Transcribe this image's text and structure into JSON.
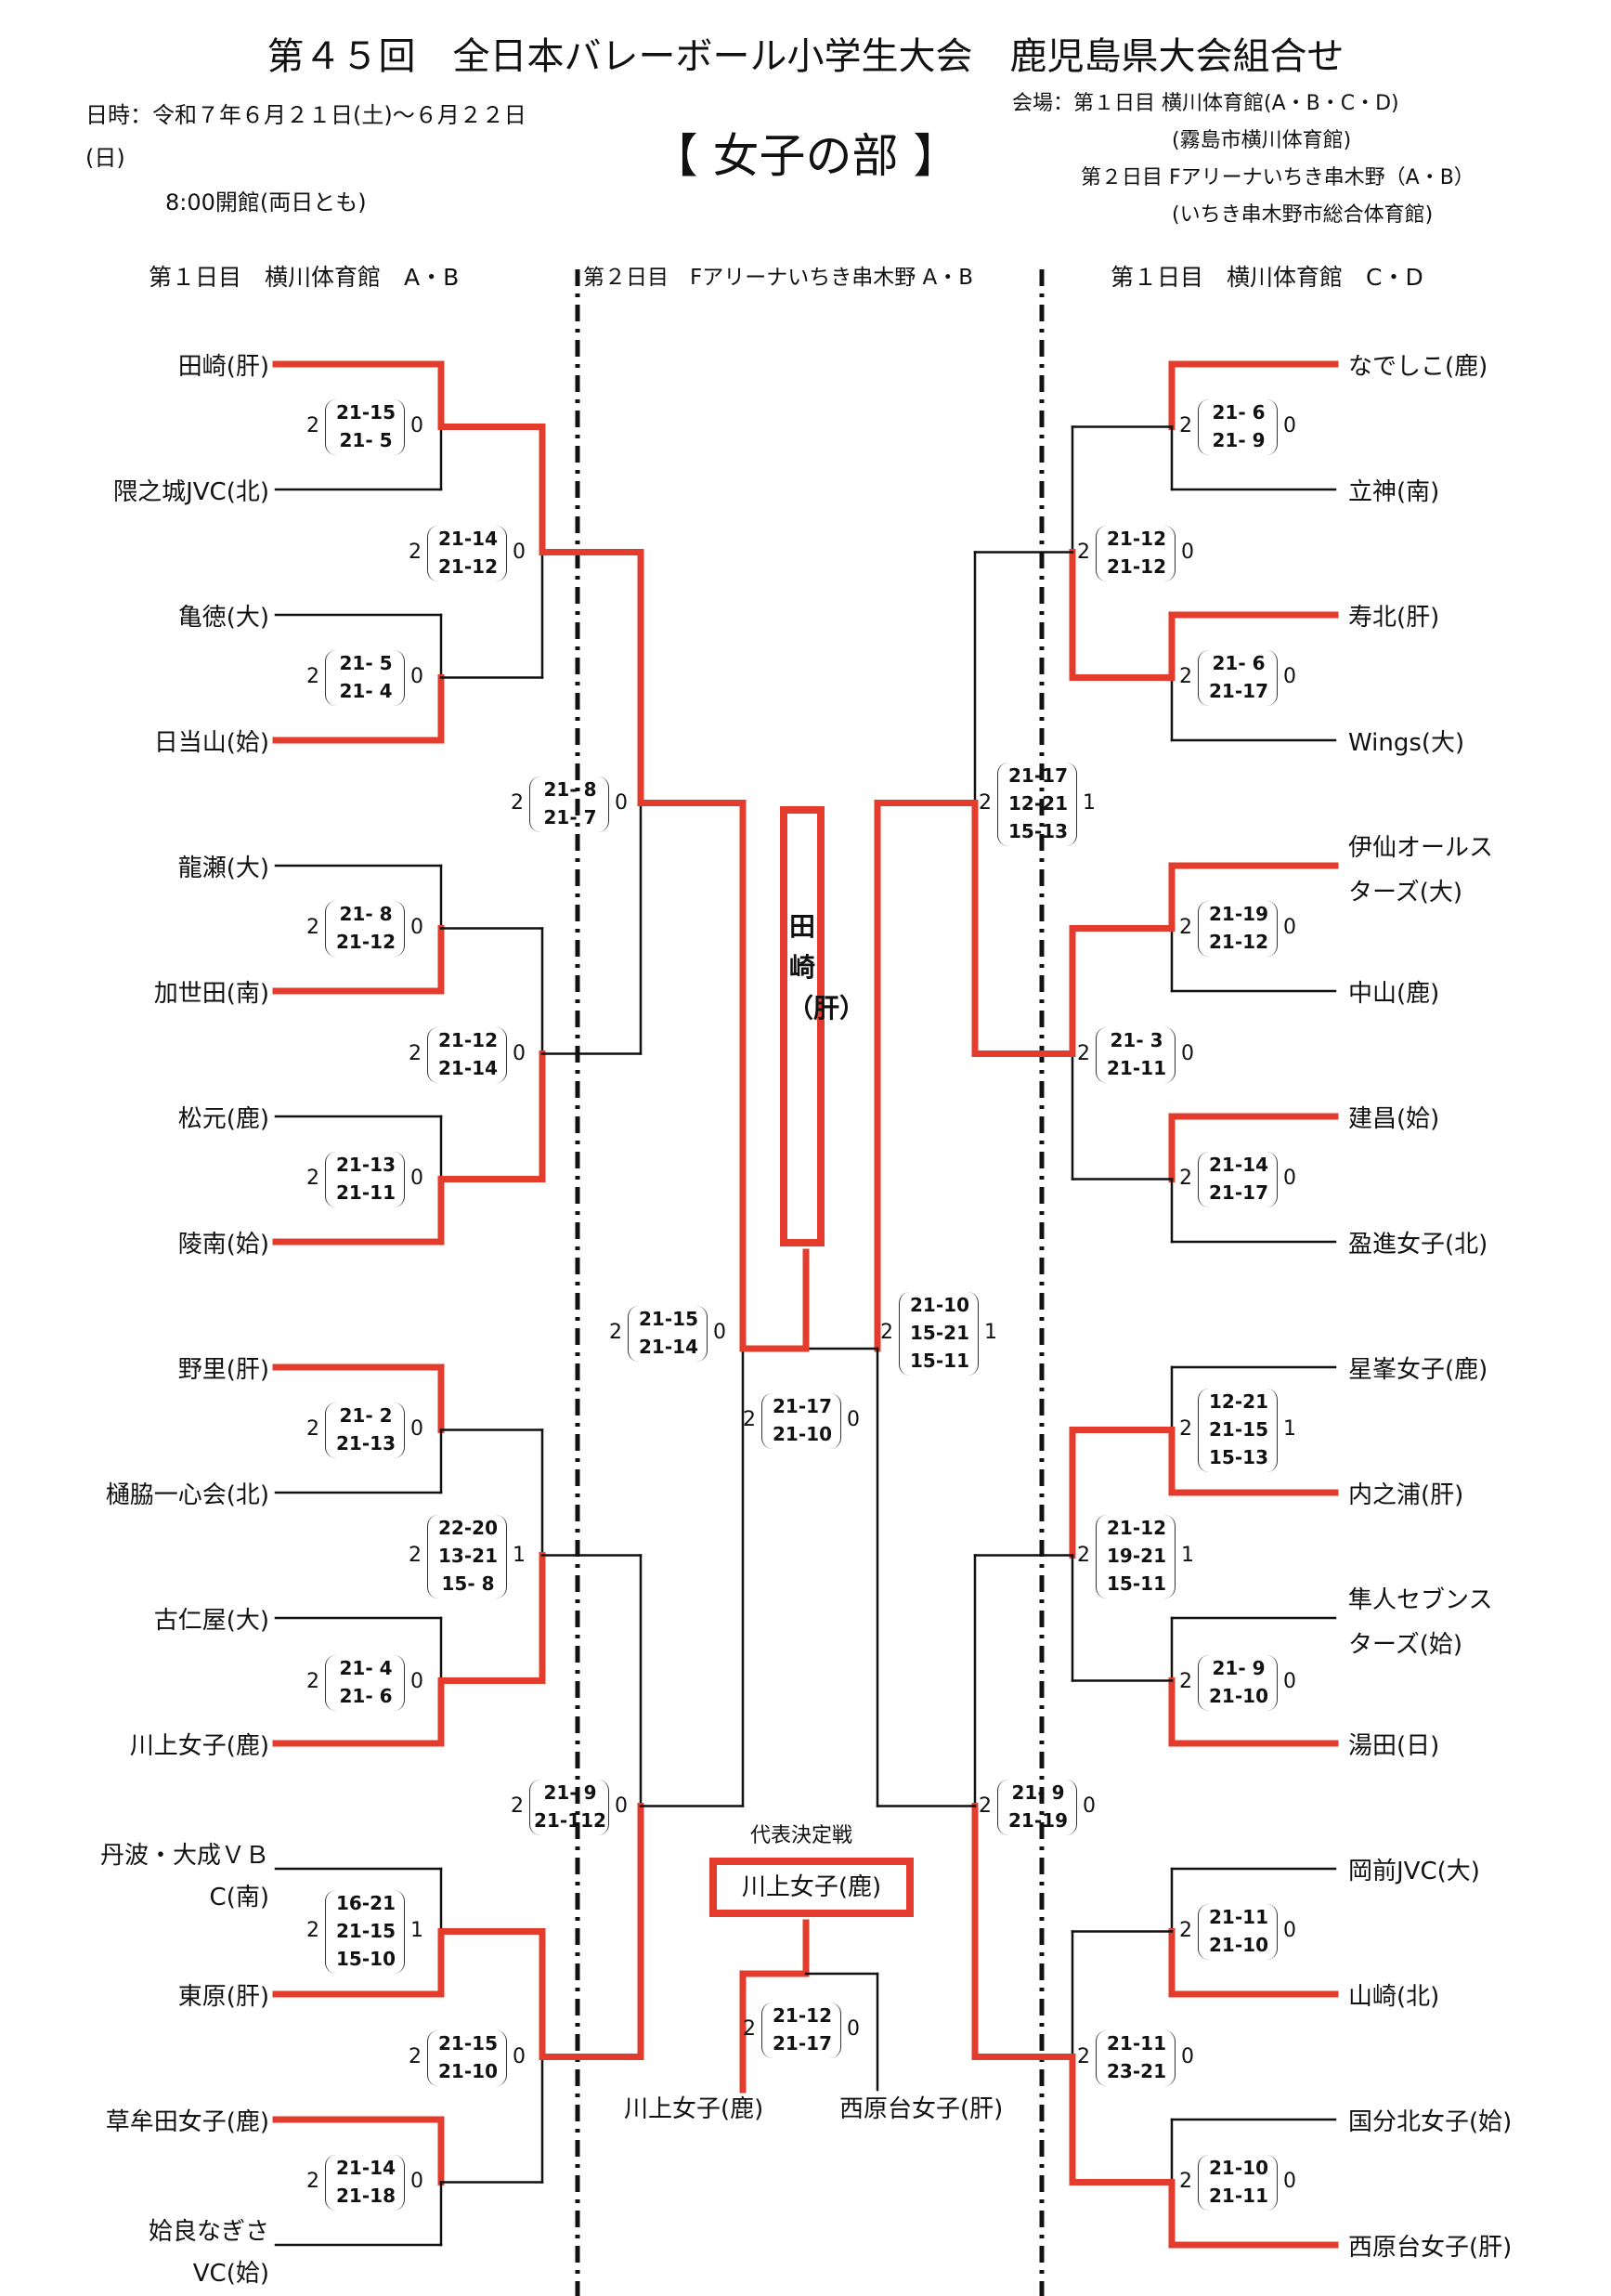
{
  "header": {
    "title": "第４５回　全日本バレーボール小学生大会　鹿児島県大会組合せ",
    "date_line1": "日時：令和７年６月２１日(土)～６月２２日",
    "date_line2": "(日)",
    "open_time": "8:00開館(両日とも)",
    "division": "【 女子の部 】",
    "venue_line1": "会場：第１日目 横川体育館(A・B・C・D)",
    "venue_line2": "(霧島市横川体育館)",
    "venue_line3": "第２日目 Fアリーナいちき串木野（A・B）",
    "venue_line4": "(いちき串木野市総合体育館)"
  },
  "columns": {
    "left": "第１日目　横川体育館　A・B",
    "center": "第２日目　Fアリーナいちき串木野 A・B",
    "right": "第１日目　横川体育館　C・D"
  },
  "teams_left": [
    "田崎(肝)",
    "隈之城JVC(北)",
    "亀徳(大)",
    "日当山(姶)",
    "龍瀬(大)",
    "加世田(南)",
    "松元(鹿)",
    "陵南(姶)",
    "野里(肝)",
    "樋脇一心会(北)",
    "古仁屋(大)",
    "川上女子(鹿)",
    "丹波・大成ＶＢ",
    "C(南)",
    "東原(肝)",
    "草牟田女子(鹿)",
    "姶良なぎさ",
    "VC(姶)"
  ],
  "teams_right": [
    "なでしこ(鹿)",
    "立神(南)",
    "寿北(肝)",
    "Wings(大)",
    "伊仙オールス",
    "ターズ(大)",
    "中山(鹿)",
    "建昌(姶)",
    "盈進女子(北)",
    "星峯女子(鹿)",
    "内之浦(肝)",
    "隼人セブンス",
    "ターズ(姶)",
    "湯田(日)",
    "岡前JVC(大)",
    "山崎(北)",
    "国分北女子(姶)",
    "西原台女子(肝)"
  ],
  "champion": "田崎（肝）",
  "rep_label": "代表決定戦",
  "rep_winner": "川上女子(鹿)",
  "rep_teams": [
    "川上女子(鹿)",
    "西原台女子(肝)"
  ],
  "scores": [
    {
      "id": "L1",
      "w": "2",
      "l": "0",
      "sets": [
        "21-15",
        "21- 5"
      ]
    },
    {
      "id": "L2",
      "w": "2",
      "l": "0",
      "sets": [
        "21- 5",
        "21- 4"
      ]
    },
    {
      "id": "L3",
      "w": "2",
      "l": "0",
      "sets": [
        "21-14",
        "21-12"
      ]
    },
    {
      "id": "L4",
      "w": "2",
      "l": "0",
      "sets": [
        "21- 8",
        "21-12"
      ]
    },
    {
      "id": "L5",
      "w": "2",
      "l": "0",
      "sets": [
        "21-13",
        "21-11"
      ]
    },
    {
      "id": "L6",
      "w": "2",
      "l": "0",
      "sets": [
        "21-12",
        "21-14"
      ]
    },
    {
      "id": "L7",
      "w": "2",
      "l": "0",
      "sets": [
        "21- 8",
        "21- 7"
      ]
    },
    {
      "id": "L8",
      "w": "2",
      "l": "0",
      "sets": [
        "21- 2",
        "21-13"
      ]
    },
    {
      "id": "L9",
      "w": "2",
      "l": "0",
      "sets": [
        "21- 4",
        "21- 6"
      ]
    },
    {
      "id": "L10",
      "w": "2",
      "l": "1",
      "sets": [
        "22-20",
        "13-21",
        "15- 8"
      ]
    },
    {
      "id": "L11",
      "w": "2",
      "l": "1",
      "sets": [
        "16-21",
        "21-15",
        "15-10"
      ]
    },
    {
      "id": "L12",
      "w": "2",
      "l": "0",
      "sets": [
        "21-14",
        "21-18"
      ]
    },
    {
      "id": "L13",
      "w": "2",
      "l": "0",
      "sets": [
        "21-15",
        "21-10"
      ]
    },
    {
      "id": "L14",
      "w": "2",
      "l": "0",
      "sets": [
        "21- 9",
        "21-112"
      ]
    },
    {
      "id": "C1",
      "w": "2",
      "l": "0",
      "sets": [
        "21-15",
        "21-14"
      ]
    },
    {
      "id": "C2",
      "w": "2",
      "l": "0",
      "sets": [
        "21-17",
        "21-10"
      ]
    },
    {
      "id": "C3",
      "w": "2",
      "l": "1",
      "sets": [
        "21-10",
        "15-21",
        "15-11"
      ]
    },
    {
      "id": "C4",
      "w": "2",
      "l": "0",
      "sets": [
        "21-12",
        "21-17"
      ]
    },
    {
      "id": "R1",
      "w": "2",
      "l": "0",
      "sets": [
        "21- 6",
        "21- 9"
      ]
    },
    {
      "id": "R2",
      "w": "2",
      "l": "0",
      "sets": [
        "21- 6",
        "21-17"
      ]
    },
    {
      "id": "R3",
      "w": "2",
      "l": "0",
      "sets": [
        "21-12",
        "21-12"
      ]
    },
    {
      "id": "R4",
      "w": "2",
      "l": "0",
      "sets": [
        "21-19",
        "21-12"
      ]
    },
    {
      "id": "R5",
      "w": "2",
      "l": "0",
      "sets": [
        "21-14",
        "21-17"
      ]
    },
    {
      "id": "R6",
      "w": "2",
      "l": "0",
      "sets": [
        "21- 3",
        "21-11"
      ]
    },
    {
      "id": "R7",
      "w": "2",
      "l": "1",
      "sets": [
        "21-17",
        "12-21",
        "15-13"
      ]
    },
    {
      "id": "R8",
      "w": "2",
      "l": "1",
      "sets": [
        "12-21",
        "21-15",
        "15-13"
      ]
    },
    {
      "id": "R9",
      "w": "2",
      "l": "0",
      "sets": [
        "21- 9",
        "21-10"
      ]
    },
    {
      "id": "R10",
      "w": "2",
      "l": "1",
      "sets": [
        "21-12",
        "19-21",
        "15-11"
      ]
    },
    {
      "id": "R11",
      "w": "2",
      "l": "0",
      "sets": [
        "21-11",
        "21-10"
      ]
    },
    {
      "id": "R12",
      "w": "2",
      "l": "0",
      "sets": [
        "21-10",
        "21-11"
      ]
    },
    {
      "id": "R13",
      "w": "2",
      "l": "0",
      "sets": [
        "21-11",
        "23-21"
      ]
    },
    {
      "id": "R14",
      "w": "2",
      "l": "0",
      "sets": [
        "21- 9",
        "21-19"
      ]
    }
  ],
  "colors": {
    "winner_line": "#e33c2c",
    "line": "#111111"
  }
}
